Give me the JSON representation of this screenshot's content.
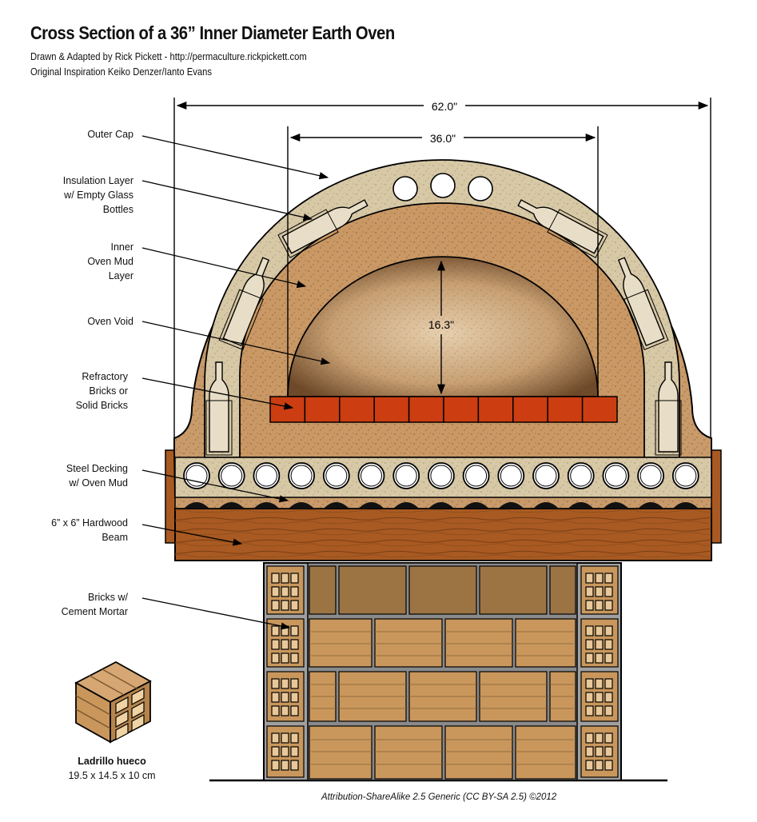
{
  "title": "Cross Section of a 36” Inner Diameter Earth Oven",
  "subtitle1": "Drawn & Adapted by Rick Pickett - http://permaculture.rickpickett.com",
  "subtitle2": "Original Inspiration Keiko Denzer/Ianto Evans",
  "dimensions": {
    "outer": "62.0\"",
    "inner": "36.0\"",
    "height": "16.3\""
  },
  "labels": {
    "outer_cap": "Outer Cap",
    "insulation": "Insulation Layer\nw/ Empty Glass\nBottles",
    "inner_mud": "Inner\nOven Mud\nLayer",
    "oven_void": "Oven Void",
    "refractory": "Refractory\nBricks or\nSolid Bricks",
    "steel_decking": "Steel Decking\nw/ Oven Mud",
    "beam": "6” x 6” Hardwood\nBeam",
    "bricks": "Bricks w/\nCement Mortar"
  },
  "brick_caption": {
    "name": "Ladrillo hueco",
    "size": "19.5 x 14.5 x 10 cm"
  },
  "credit": "Attribution-ShareAlike 2.5 Generic (CC BY-SA 2.5) ©2012",
  "colors": {
    "outer_cap": "#c99a6a",
    "insulation": "#d7c8a6",
    "inner_mud": "#c99864",
    "refractory_brick": "#cc3d12",
    "beam": "#a85a22",
    "brick": "#c9975c",
    "mortar": "#8f8f8f"
  }
}
